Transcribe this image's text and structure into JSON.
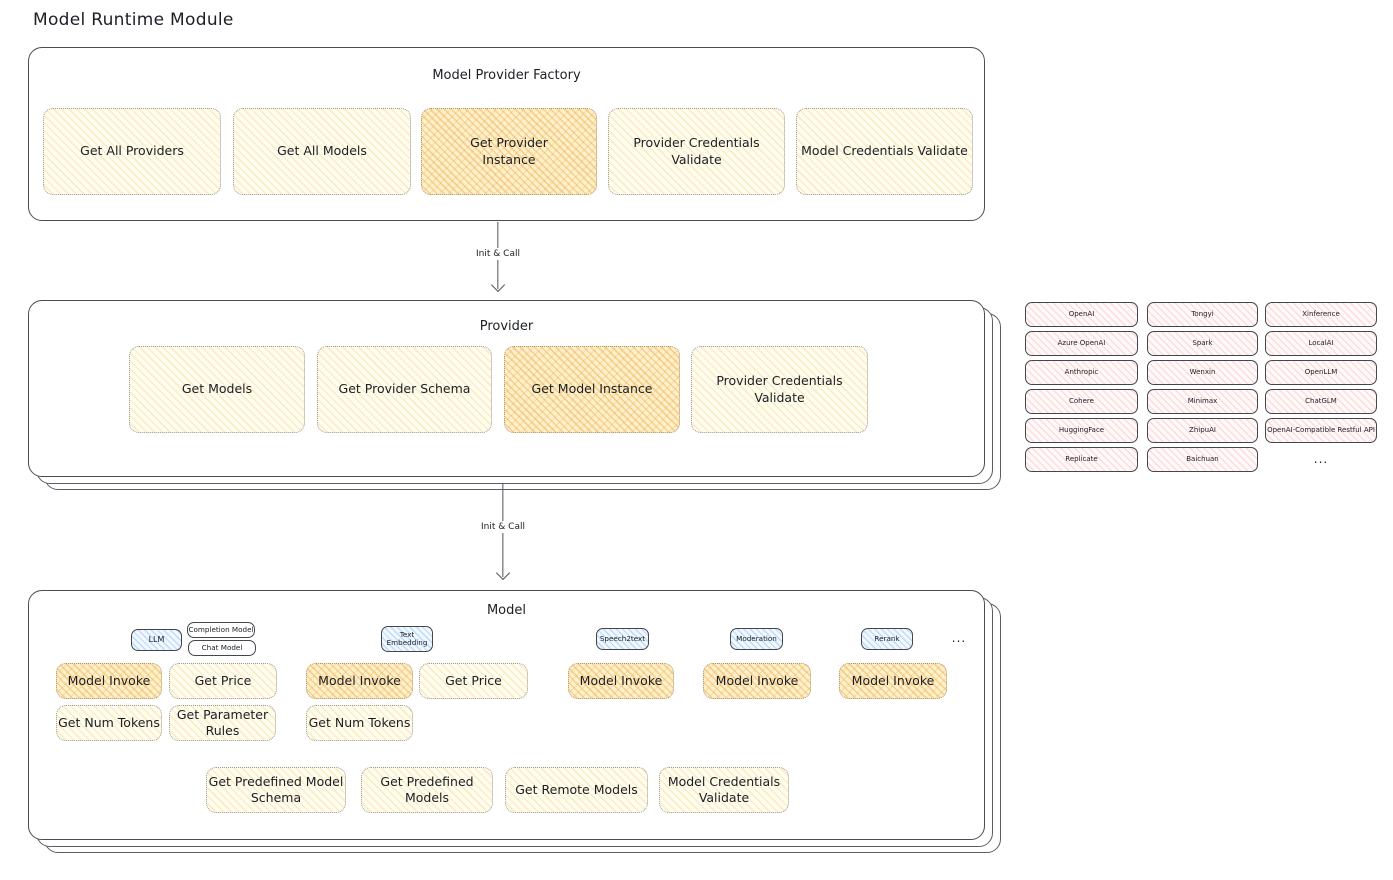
{
  "title": "Model Runtime Module",
  "arrows": [
    {
      "label": "Init & Call"
    },
    {
      "label": "Init & Call"
    }
  ],
  "factory": {
    "title": "Model Provider Factory",
    "boxes": [
      {
        "label": "Get All Providers",
        "highlight": false
      },
      {
        "label": "Get All Models",
        "highlight": false
      },
      {
        "label": "Get Provider Instance",
        "highlight": true
      },
      {
        "label": "Provider Credentials Validate",
        "highlight": false
      },
      {
        "label": "Model Credentials Validate",
        "highlight": false
      }
    ]
  },
  "provider": {
    "title": "Provider",
    "boxes": [
      {
        "label": "Get Models",
        "highlight": false
      },
      {
        "label": "Get Provider Schema",
        "highlight": false
      },
      {
        "label": "Get Model Instance",
        "highlight": true
      },
      {
        "label": "Provider Credentials Validate",
        "highlight": false
      }
    ]
  },
  "providers": {
    "columns": [
      [
        "OpenAI",
        "Azure OpenAI",
        "Anthropic",
        "Cohere",
        "HuggingFace",
        "Replicate"
      ],
      [
        "Tongyi",
        "Spark",
        "Wenxin",
        "Minimax",
        "ZhipuAI",
        "Baichuan"
      ],
      [
        "Xinference",
        "LocalAI",
        "OpenLLM",
        "ChatGLM",
        "OpenAI-Compatible Restful API"
      ]
    ],
    "more": "..."
  },
  "model": {
    "title": "Model",
    "types": [
      "LLM",
      "Completion Model",
      "Chat Model",
      "Text Embedding",
      "Speech2text",
      "Moderation",
      "Rerank"
    ],
    "types_more": "...",
    "invoke_row": [
      "Model Invoke",
      "Get Price",
      "Model Invoke",
      "Get Price",
      "Model Invoke",
      "Model Invoke",
      "Model Invoke"
    ],
    "token_row": [
      "Get Num Tokens",
      "Get Parameter Rules",
      "Get Num Tokens"
    ],
    "bottom_row": [
      "Get Predefined Model Schema",
      "Get Predefined Models",
      "Get Remote Models",
      "Model Credentials Validate"
    ]
  },
  "colors": {
    "yellow_fill": "#fffcf0",
    "yellow_hatch": "#eec660",
    "orange_fill": "#fdf0cd",
    "orange_hatch": "#f1a434",
    "pink_fill": "#fffafa",
    "pink_hatch": "#ff9e9e",
    "blue_fill": "#f0f7fe",
    "blue_hatch": "#76b2e9",
    "border_dark": "#43464b",
    "border_dotted": "#9a9a93",
    "text": "#1b1f24"
  }
}
